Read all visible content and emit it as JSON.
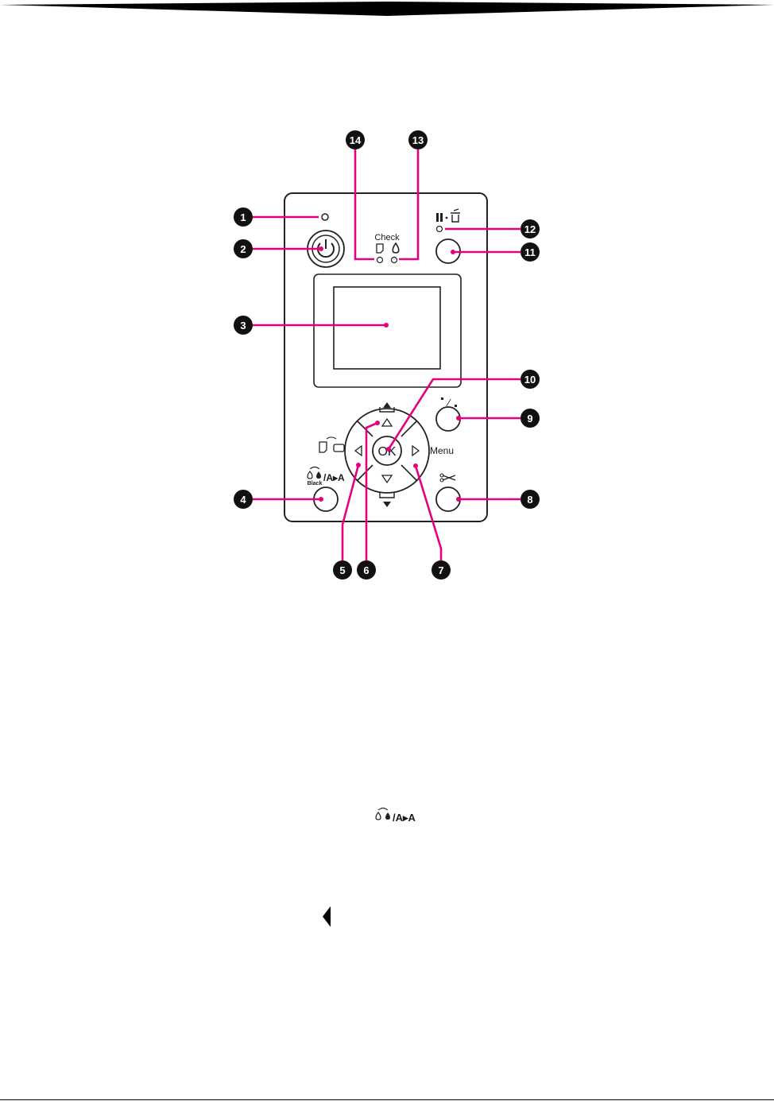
{
  "panel": {
    "check_label": "Check",
    "menu_label": "Menu",
    "ok_label": "OK",
    "black_label": "Black",
    "ink_switch_symbol": "/A▸A"
  },
  "callouts": [
    "1",
    "2",
    "3",
    "4",
    "5",
    "6",
    "7",
    "8",
    "9",
    "10",
    "11",
    "12",
    "13",
    "14"
  ],
  "inline_symbol": {
    "text": "/A▸A"
  },
  "colors": {
    "leader": "#e6007e",
    "callout": "#111111"
  },
  "icons": [
    "power-icon",
    "paper-icon",
    "ink-drop-icon",
    "pause-icon",
    "trash-icon",
    "scissors-icon",
    "paper-feed-up-icon",
    "paper-feed-down-icon",
    "paper-source-icon",
    "ink-switch-icon",
    "zoom-icon",
    "left-arrow-icon"
  ]
}
